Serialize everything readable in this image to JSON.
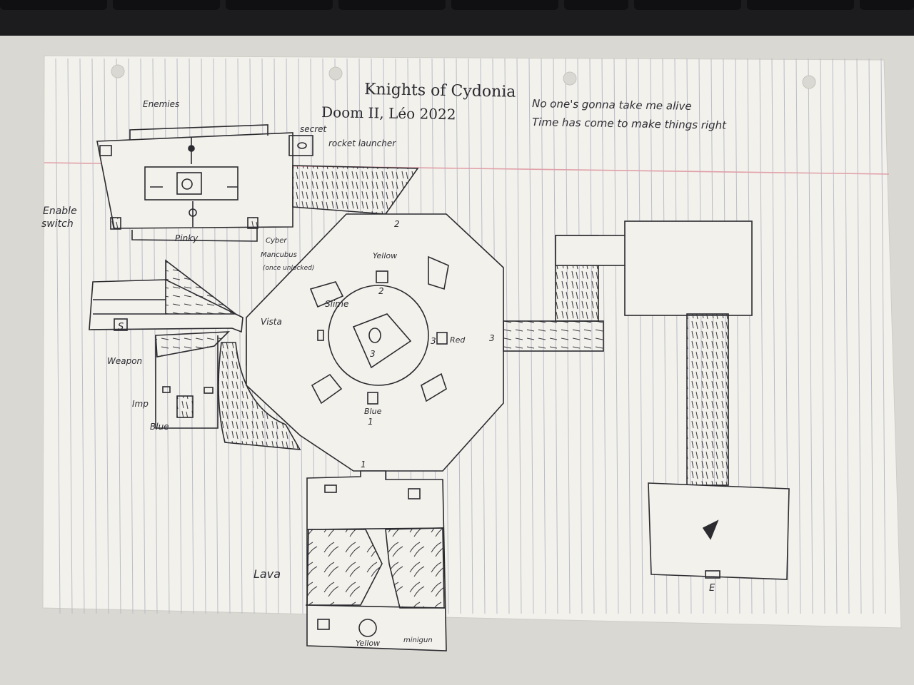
{
  "header": {
    "title": "Knights of Cydonia",
    "subtitle": "Doom II, Léo 2022",
    "quote_line_1": "No one's gonna take me alive",
    "quote_line_2": "Time has come to make things right"
  },
  "labels": {
    "enemies": "Enemies",
    "secret": "secret",
    "rocket_launcher": "rocket launcher",
    "enable_switch_1": "Enable",
    "enable_switch_2": "switch",
    "pinky": "Pinky",
    "cyber_1": "Cyber",
    "cyber_2": "Mancubus",
    "cyber_3": "(once unlocked)",
    "yellow_key_top": "Yellow",
    "slime": "Slime",
    "vista": "Vista",
    "weapon": "Weapon",
    "imp": "Imp",
    "blue": "Blue",
    "red": "Red",
    "blue_door": "Blue",
    "lava": "Lava",
    "yellow_bottom": "Yellow",
    "minigun": "minigun",
    "start": "S",
    "exit": "E",
    "num_2": "2",
    "num_2b": "2",
    "num_3a": "3",
    "num_3b": "3",
    "num_3c": "3",
    "num_1": "1",
    "num_1b": "1"
  },
  "colors": {
    "paper": "#f3f1ec",
    "ink": "#2b2b30",
    "margin_line": "#e0a0a8",
    "rule_line": "#b9bcc8"
  }
}
